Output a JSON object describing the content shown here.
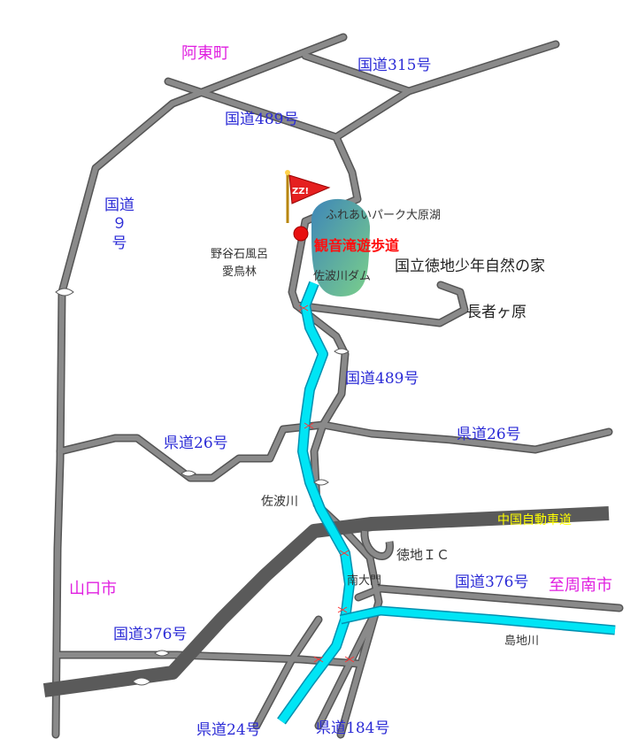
{
  "colors": {
    "road": "#8a8a8a",
    "road_edge": "#555555",
    "highway": "#5a5a5a",
    "river": "#00e5f5",
    "river_edge": "#0090b0",
    "city_label": "#e020e0",
    "road_label": "#2b2bd6",
    "highlight": "#ff1010",
    "expressway_label": "#ffff00"
  },
  "labels": {
    "town_atou": "阿東町",
    "city_yamaguchi": "山口市",
    "to_shunan": "至周南市",
    "r315": "国道315号",
    "r489_north": "国道489号",
    "r9": "国道\n９\n号",
    "r489_mid": "国道489号",
    "pref26_west": "県道26号",
    "pref26_east": "県道26号",
    "r376_east": "国道376号",
    "r376_west": "国道376号",
    "pref24": "県道24号",
    "pref184": "県道184号",
    "expressway": "中国自動車道",
    "tokuji_ic": "徳地ＩＣ",
    "nandaimon": "南大門",
    "sabagawa": "佐波川",
    "shimajigawa": "島地川",
    "lake": "ふれあいパーク大原湖",
    "dam": "佐波川ダム",
    "nature_house": "国立徳地少年自然の家",
    "chojagahara": "長者ヶ原",
    "noya": "野谷石風呂\n愛鳥林",
    "kannon_trail": "観音滝遊歩道",
    "flag_text": "ZZ!"
  }
}
